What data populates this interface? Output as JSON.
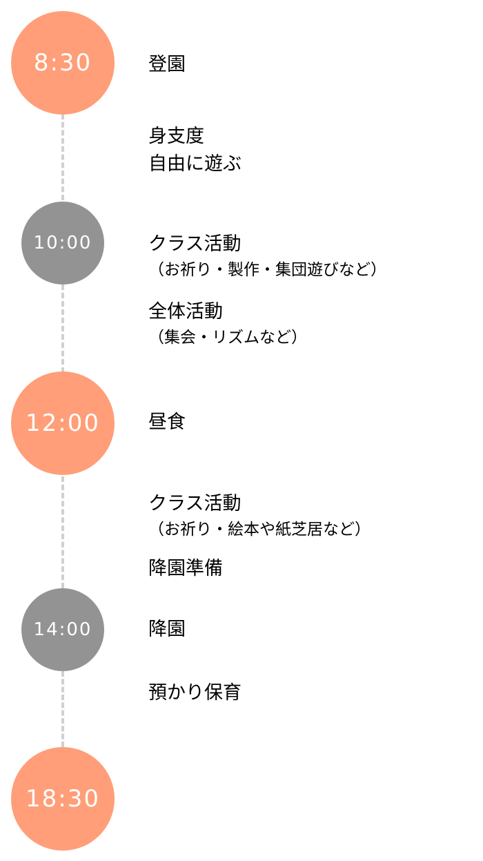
{
  "times": [
    "8:30",
    "10:00",
    "12:00",
    "14:00",
    "18:30"
  ],
  "events": {
    "arrival": "登園",
    "prep": "身支度",
    "free_play": "自由に遊ぶ",
    "class_activity_1": "クラス活動",
    "class_activity_1_note": "（お祈り・製作・集団遊びなど）",
    "group_activity": "全体活動",
    "group_activity_note": "（集会・リズムなど）",
    "lunch": "昼食",
    "class_activity_2": "クラス活動",
    "class_activity_2_note": "（お祈り・絵本や紙芝居など）",
    "departure_prep": "降園準備",
    "departure": "降園",
    "extended_care": "預かり保育"
  },
  "colors": {
    "major_circle": "#ff9e78",
    "minor_circle": "#939393",
    "dashed_line": "#d0d0d0"
  }
}
